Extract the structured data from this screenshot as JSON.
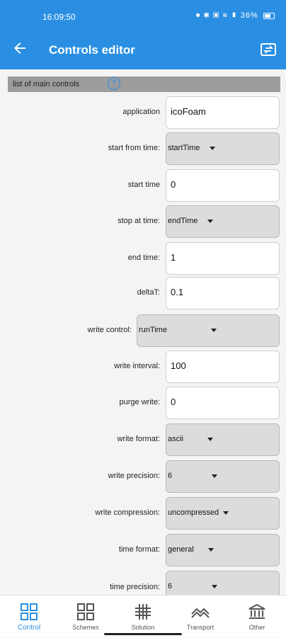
{
  "status": {
    "time": "16:09:50",
    "battery": "36%"
  },
  "appbar": {
    "title": "Controls editor"
  },
  "section": {
    "title": "list of main controls",
    "help": "?"
  },
  "rows": [
    {
      "label": "application",
      "type": "text",
      "value": "icoFoam"
    },
    {
      "label": "start from time:",
      "type": "select",
      "value": "startTime"
    },
    {
      "label": "start time",
      "type": "text",
      "value": "0"
    },
    {
      "label": "stop at time:",
      "type": "select",
      "value": "endTime"
    },
    {
      "label": "end time:",
      "type": "text",
      "value": "1"
    },
    {
      "label": "deltaT:",
      "type": "text",
      "value": "0.1"
    },
    {
      "label": "write control:",
      "type": "select",
      "value": "runTime"
    },
    {
      "label": "write interval:",
      "type": "text",
      "value": "100"
    },
    {
      "label": "purge write:",
      "type": "text",
      "value": "0"
    },
    {
      "label": "write format:",
      "type": "select",
      "value": "ascii"
    },
    {
      "label": "write precision:",
      "type": "select",
      "value": "6"
    },
    {
      "label": "write compression:",
      "type": "select",
      "value": "uncompressed"
    },
    {
      "label": "time format:",
      "type": "select",
      "value": "general"
    },
    {
      "label": "time precision:",
      "type": "select",
      "value": "6"
    }
  ],
  "nav": [
    {
      "label": "Control",
      "icon": "grid-icon",
      "active": true
    },
    {
      "label": "Schemes",
      "icon": "schemes-icon",
      "active": false
    },
    {
      "label": "Solution",
      "icon": "hash-icon",
      "active": false
    },
    {
      "label": "Transport",
      "icon": "transport-icon",
      "active": false
    },
    {
      "label": "Other",
      "icon": "bank-icon",
      "active": false
    }
  ],
  "colors": {
    "accent": "#2a8fe3",
    "select_bg": "#dcdcdc",
    "section_bg": "#9c9c9c"
  }
}
